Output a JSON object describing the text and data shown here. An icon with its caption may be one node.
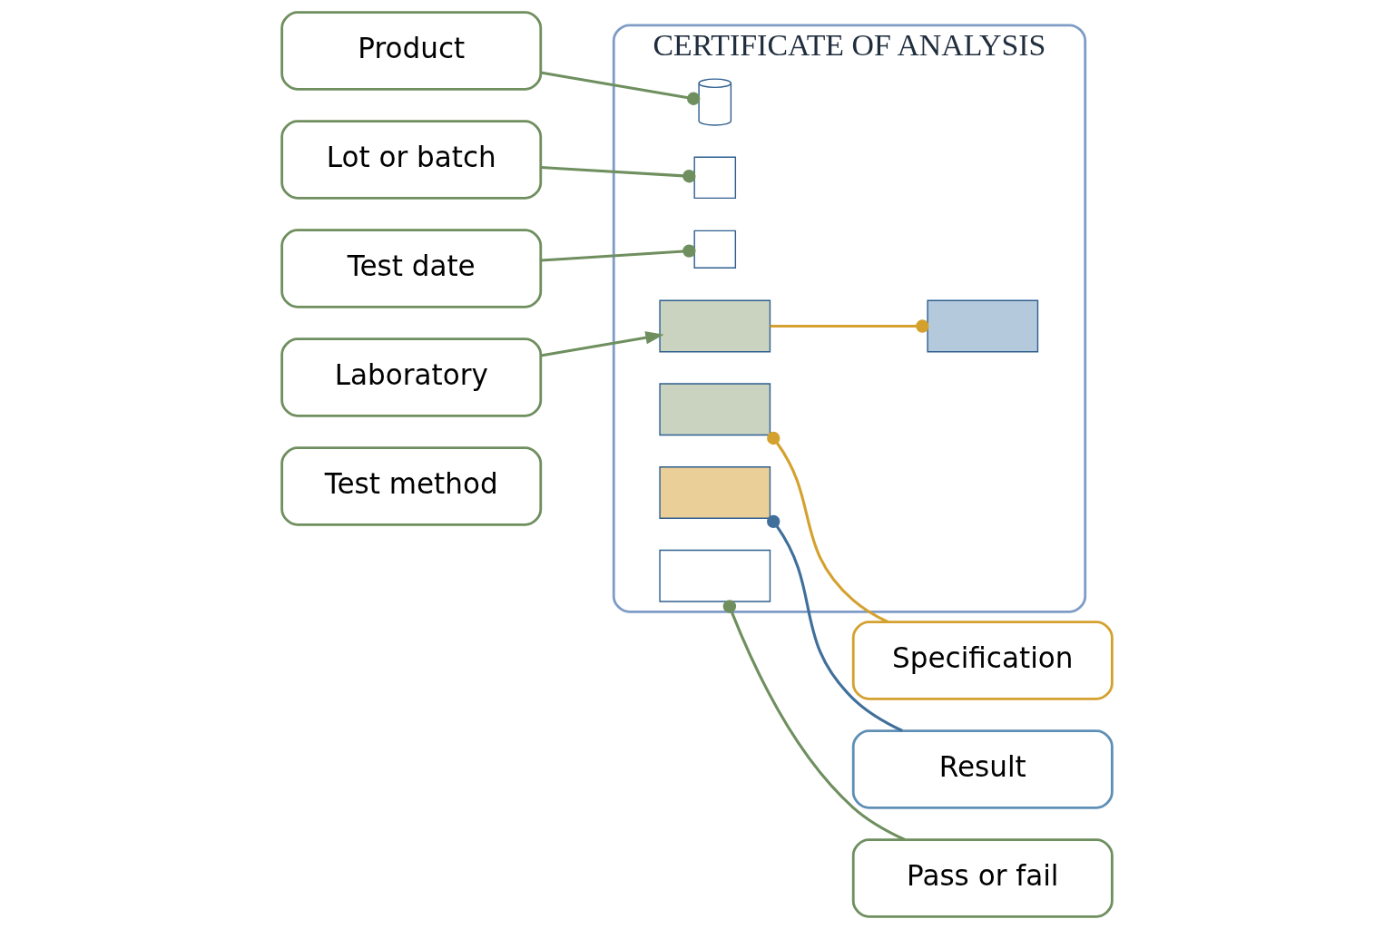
{
  "diagram": {
    "nodes": [
      {
        "text": [
          "CERTIFICATE OF ANALYSIS"
        ]
      },
      {
        "text": [
          "Product"
        ]
      },
      {
        "text": [
          "Lot or batch"
        ]
      },
      {
        "text": [
          "Test date"
        ]
      },
      {
        "text": [
          "Laboratory"
        ]
      },
      {
        "text": [
          "Test method"
        ]
      },
      {
        "text": [
          "Specification"
        ]
      },
      {
        "text": [
          "Result"
        ]
      },
      {
        "text": [
          "Pass or fail"
        ]
      },
      {
        "text": [],
        "shape": "bottle",
        "in": 0
      },
      {
        "text": [],
        "shape": "barcode",
        "in": 0
      },
      {
        "text": [],
        "shape": "calendar",
        "in": 0
      },
      {
        "text": [],
        "shape": "box",
        "in": 0
      },
      {
        "text": [],
        "shape": "box",
        "in": 0
      },
      {
        "text": [],
        "shape": "box",
        "in": 0
      },
      {
        "text": [],
        "shape": "box",
        "in": 0
      },
      {
        "text": [],
        "shape": "box",
        "in": 0
      }
    ],
    "edges": [
      {
        "from": 1,
        "to": 9,
        "arrow": "other"
      },
      {
        "from": 2,
        "to": 10,
        "arrow": "other"
      },
      {
        "from": 3,
        "to": 11,
        "arrow": "other"
      },
      {
        "from": 4,
        "to": 12,
        "arrow": "to"
      },
      {
        "from": 12,
        "to": 13,
        "arrow": "other",
        "color": "#d4a12e"
      },
      {
        "from": 6,
        "to": 14,
        "arrow": "other",
        "color": "#d4a12e"
      },
      {
        "from": 7,
        "to": 15,
        "arrow": "other",
        "color": "#3f6f9a"
      },
      {
        "from": 8,
        "to": 16,
        "arrow": "other"
      }
    ]
  }
}
